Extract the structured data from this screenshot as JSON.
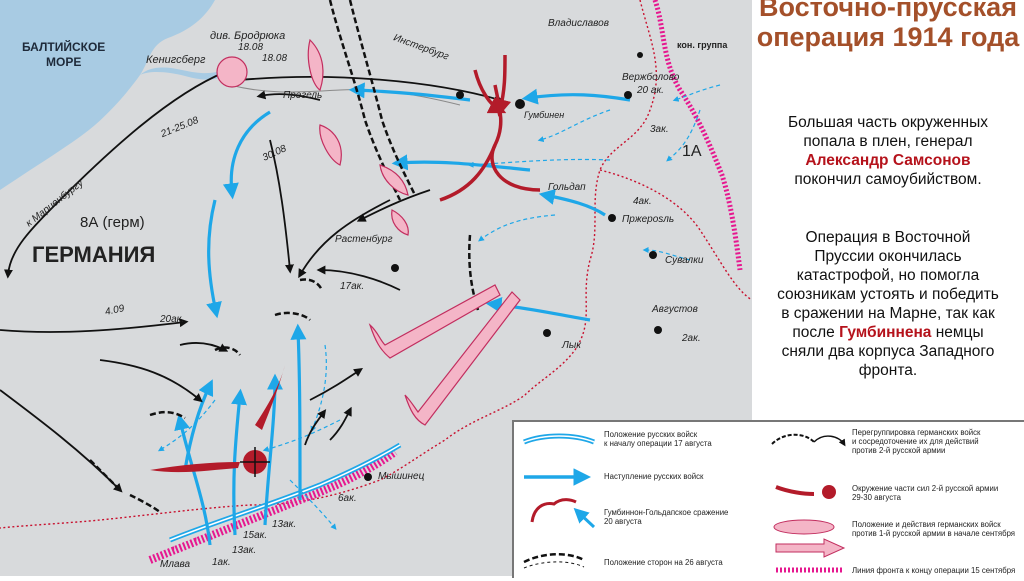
{
  "title": "Восточно-прусская операция 1914 года",
  "text": {
    "p1_line1": "Большая часть окруженных",
    "p1_line2": "попала в плен, генерал",
    "p1_name": "Александр Самсонов",
    "p1_line4": "покончил самоубийством.",
    "p2_line1": "Операция в Восточной",
    "p2_line2": "Пруссии окончилась",
    "p2_line3": "катастрофой, но помогла",
    "p2_line4": "союзникам устоять и победить",
    "p2_line5": "в сражении на Марне, так как",
    "p2_before": "после",
    "p2_name": "Гумбиннена",
    "p2_after": "немцы",
    "p2_line7": "сняли два корпуса Западного",
    "p2_line8": "фронта."
  },
  "map": {
    "sea": "БАЛТИЙСКОЕ МОРЕ",
    "sea_line1": "БАЛТИЙСКОЕ",
    "sea_line2": "МОРЕ",
    "country": "ГЕРМАНИЯ",
    "army_8": "8А (герм)",
    "army_1": "1А",
    "div_brodryuk": "див. Бродрюка",
    "date_1808a": "18.08",
    "date_1808b": "18.08",
    "konigsberg": "Кенигсберг",
    "pregel": "Прегель",
    "date_2125": "21-25.08",
    "to_marienburg": "к Мариенбургу",
    "date_3008": "30.08",
    "date_409": "4.09",
    "insterburg": "Инстербург",
    "vladislavov": "Владиславов",
    "kon_gruppa": "кон. группа",
    "verzhbolovo": "Вержболово",
    "ak20_a": "20 ак.",
    "ak3": "3ак.",
    "gumbinnen": "Гумбинен",
    "goldap": "Гольдап",
    "ak4": "4ак.",
    "przherosl": "Пржерosль",
    "suvalki": "Сувалки",
    "rastenburg": "Растенбург",
    "ak17": "17ак.",
    "avgustov": "Августов",
    "ak2": "2ак.",
    "lyk": "Лык",
    "ak20_b": "20ак.",
    "myshinets": "Мышинец",
    "ak6": "6ак.",
    "ak13a": "13ак.",
    "ak15": "15ак.",
    "ak13b": "13ак.",
    "mlava": "Млава",
    "ak1": "1ак."
  },
  "legend": {
    "l1a": "Положение русских войск",
    "l1b": "к началу операции 17 августа",
    "l2": "Наступление русских войск",
    "l3a": "Гумбиннон-Гольдапское сражение",
    "l3b": "20 августа",
    "l4": "Положение сторон на 26 августа",
    "r1a": "Перегруппировка германских войск",
    "r1b": "и сосредоточение их для действий",
    "r1c": "против 2-й русской армии",
    "r2a": "Окружение части сил 2-й русской армии",
    "r2b": "29-30 августа",
    "r3a": "Положение и действия германских войск",
    "r3b": "против 1-й русской армии в начале сентября",
    "r4": "Линия фронта к концу операции 15 сентября"
  },
  "colors": {
    "title": "#a4502a",
    "highlight": "#b5121b",
    "russian_blue": "#1ea7e8",
    "german_red": "#b31b2a",
    "german_pink": "#f4b5c7",
    "front_magenta": "#e6178f",
    "land": "#d8dadc",
    "sea": "#a8cbe3",
    "border": "#c8102e"
  }
}
